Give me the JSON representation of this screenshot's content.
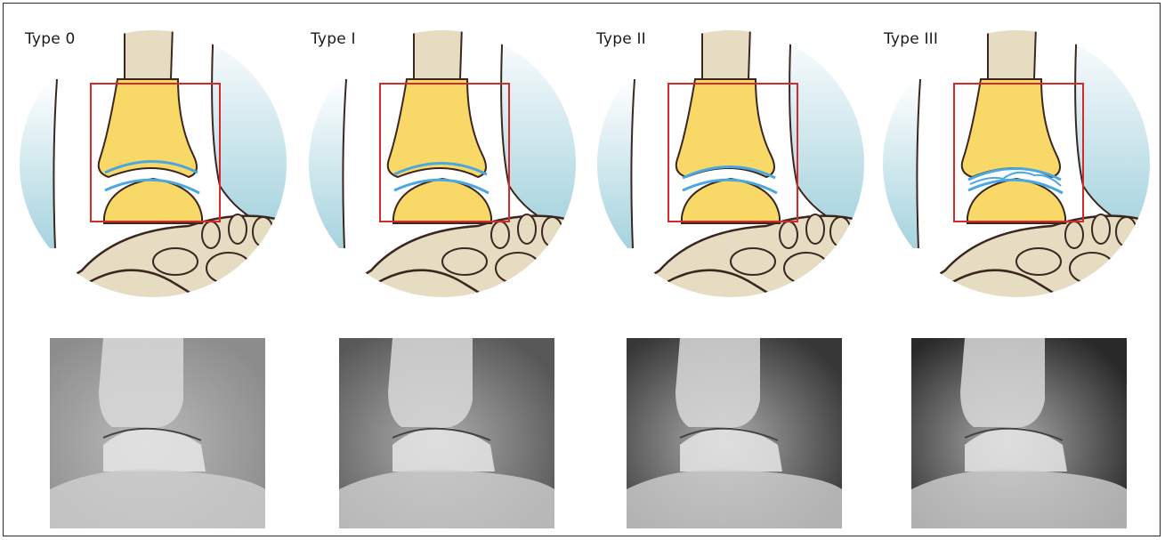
{
  "panels": [
    {
      "label": "Type 0",
      "grade": 0
    },
    {
      "label": "Type I",
      "grade": 1
    },
    {
      "label": "Type II",
      "grade": 2
    },
    {
      "label": "Type III",
      "grade": 3
    }
  ],
  "colors": {
    "talus_yellow": "#f8d968",
    "bone_beige": "#e6dcc2",
    "skin_blue": "#a6d3de",
    "outline": "#3b2620",
    "roi_red": "#d52a2a",
    "cartilage_blue": "#4aa7e0"
  }
}
